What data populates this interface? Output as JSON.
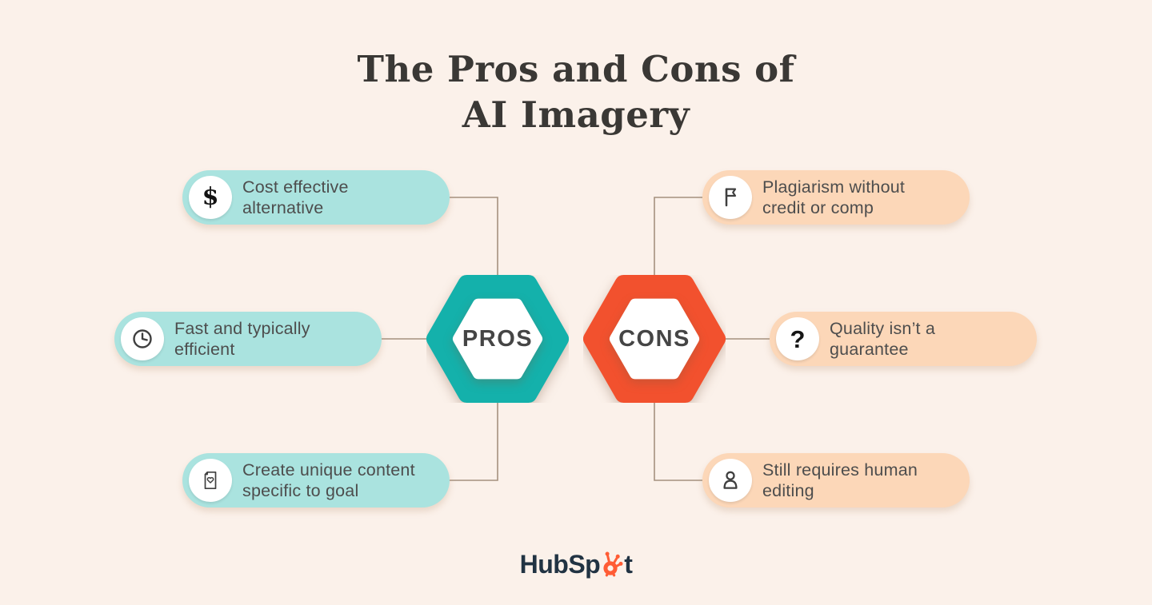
{
  "title": {
    "line1": "The Pros and Cons of",
    "line2": "AI Imagery"
  },
  "pros": {
    "label": "PROS",
    "items": [
      {
        "icon": "dollar-icon",
        "glyph": "$",
        "line1": "Cost effective",
        "line2": "alternative"
      },
      {
        "icon": "clock-icon",
        "line1": "Fast and typically",
        "line2": "efficient"
      },
      {
        "icon": "document-heart-icon",
        "line1": "Create unique content",
        "line2": "specific to goal"
      }
    ]
  },
  "cons": {
    "label": "CONS",
    "items": [
      {
        "icon": "flag-icon",
        "line1": "Plagiarism without",
        "line2": "credit or comp"
      },
      {
        "icon": "question-icon",
        "glyph": "?",
        "line1": "Quality isn’t a",
        "line2": "guarantee"
      },
      {
        "icon": "person-icon",
        "line1": "Still requires human",
        "line2": "editing"
      }
    ]
  },
  "footer": {
    "brand": "HubSpot",
    "brand_prefix": "HubSp",
    "brand_suffix": "t"
  },
  "colors": {
    "background": "#fbf1ea",
    "pros_hex": "#14b1ab",
    "pros_pill": "#aae3df",
    "cons_hex": "#f2512e",
    "cons_pill": "#fcd7b8",
    "connector": "#a5917e",
    "title_text": "#3a3835",
    "body_text": "#4d4d4d",
    "logo_navy": "#213343",
    "logo_orange": "#ff5c35"
  }
}
